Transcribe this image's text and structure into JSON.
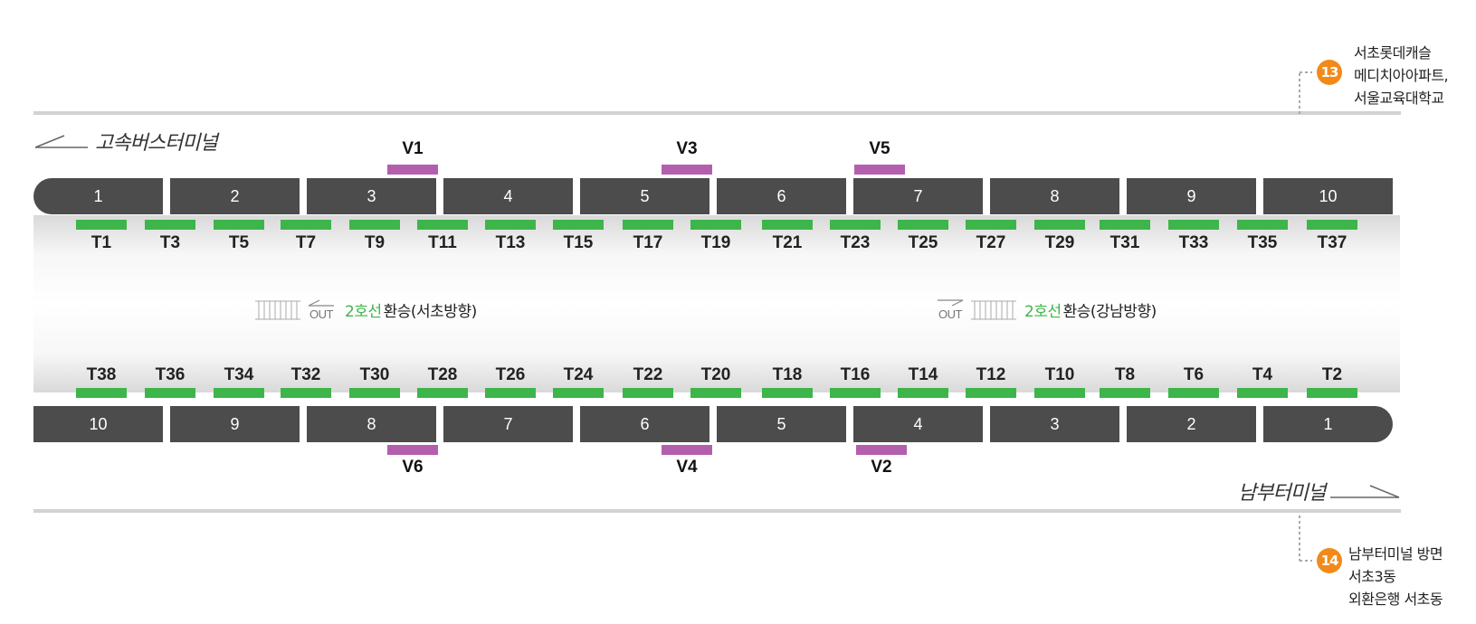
{
  "direction_top": "고속버스터미널",
  "direction_bottom": "남부터미널",
  "exits": {
    "top": {
      "number": "13",
      "lines": [
        "서초롯데캐슬",
        "메디치아아파트,",
        "서울교육대학교"
      ]
    },
    "bottom": {
      "number": "14",
      "lines": [
        "남부터미널 방면",
        "서초3동",
        "외환은행 서초동"
      ]
    }
  },
  "transfer_left": {
    "line": "2호선",
    "text": "환승(서초방향)",
    "out": "OUT"
  },
  "transfer_right": {
    "line": "2호선",
    "text": "환승(강남방향)",
    "out": "OUT"
  },
  "colors": {
    "car": "#4c4c4c",
    "door": "#3eb54a",
    "vbar": "#b35fae",
    "exit_badge": "#f28a1a",
    "line2": "#3eb54a"
  },
  "top_train": {
    "cars": [
      "1",
      "2",
      "3",
      "4",
      "5",
      "6",
      "7",
      "8",
      "9",
      "10"
    ],
    "doors": [
      "T1",
      "T3",
      "T5",
      "T7",
      "T9",
      "T11",
      "T13",
      "T15",
      "T17",
      "T19",
      "T21",
      "T23",
      "T25",
      "T27",
      "T29",
      "T31",
      "T33",
      "T35",
      "T37"
    ],
    "v_marks": [
      "V1",
      "V3",
      "V5"
    ]
  },
  "bottom_train": {
    "cars": [
      "10",
      "9",
      "8",
      "7",
      "6",
      "5",
      "4",
      "3",
      "2",
      "1"
    ],
    "doors": [
      "T38",
      "T36",
      "T34",
      "T32",
      "T30",
      "T28",
      "T26",
      "T24",
      "T22",
      "T20",
      "T18",
      "T16",
      "T14",
      "T12",
      "T10",
      "T8",
      "T6",
      "T4",
      "T2"
    ],
    "v_marks": [
      "V6",
      "V4",
      "V2"
    ]
  }
}
